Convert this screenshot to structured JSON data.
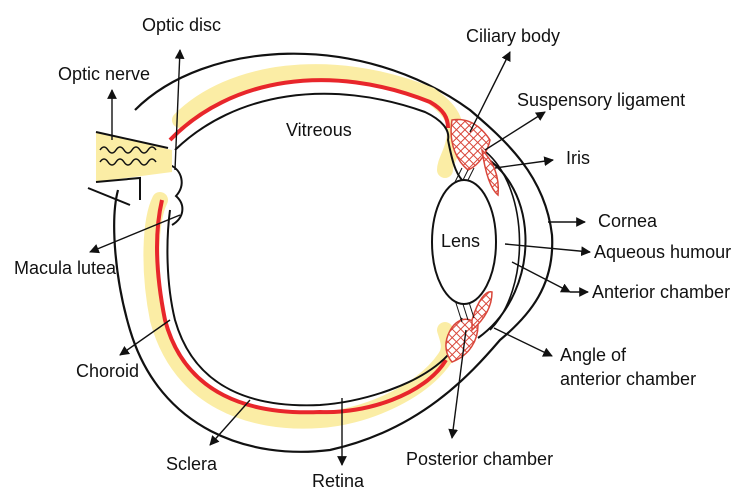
{
  "labels": {
    "optic_disc": "Optic disc",
    "ciliary_body": "Ciliary body",
    "optic_nerve": "Optic nerve",
    "suspensory_ligament": "Suspensory ligament",
    "vitreous": "Vitreous",
    "iris": "Iris",
    "cornea": "Cornea",
    "lens": "Lens",
    "aqueous_humour": "Aqueous humour",
    "macula_lutea": "Macula lutea",
    "anterior_chamber": "Anterior chamber",
    "choroid": "Choroid",
    "angle_of_anterior_chamber_line1": "Angle of",
    "angle_of_anterior_chamber_line2": "anterior chamber",
    "sclera": "Sclera",
    "posterior_chamber": "Posterior chamber",
    "retina": "Retina"
  },
  "colors": {
    "retina_red": "#e8262b",
    "choroid_yellow": "#fbeda5",
    "ciliary_red": "#d9463a",
    "outline": "#111111"
  }
}
